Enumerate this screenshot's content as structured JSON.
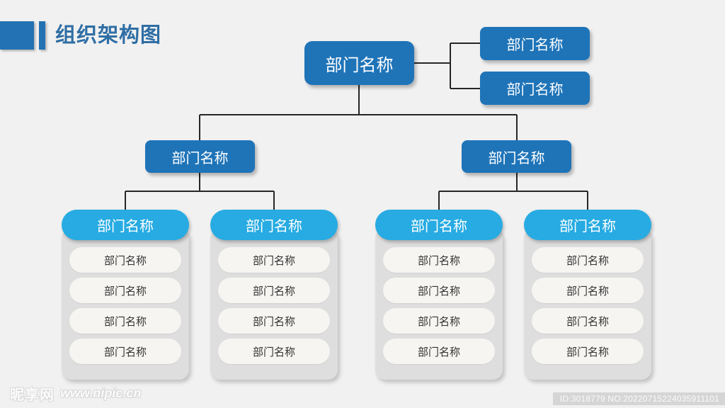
{
  "page": {
    "title": "组织架构图",
    "background_color": "#f1f1f1",
    "accent_blue": "#1f74b8",
    "accent_cyan": "#27abe2",
    "title_color": "#2f6ea4",
    "line_color": "#262626"
  },
  "header": {
    "title": "组织架构图",
    "block_icon": "blue-square-block",
    "tick_icon": "blue-bar-tick"
  },
  "chart": {
    "root": {
      "label": "部门名称"
    },
    "side_nodes": [
      {
        "label": "部门名称"
      },
      {
        "label": "部门名称"
      }
    ],
    "mid_nodes": [
      {
        "label": "部门名称"
      },
      {
        "label": "部门名称"
      }
    ],
    "groups": [
      {
        "head": "部门名称",
        "items": [
          "部门名称",
          "部门名称",
          "部门名称",
          "部门名称"
        ]
      },
      {
        "head": "部门名称",
        "items": [
          "部门名称",
          "部门名称",
          "部门名称",
          "部门名称"
        ]
      },
      {
        "head": "部门名称",
        "items": [
          "部门名称",
          "部门名称",
          "部门名称",
          "部门名称"
        ]
      },
      {
        "head": "部门名称",
        "items": [
          "部门名称",
          "部门名称",
          "部门名称",
          "部门名称"
        ]
      }
    ]
  },
  "watermark": {
    "logo": "昵享网",
    "url": "www.nipic.cn"
  },
  "footer": {
    "id_text": "ID:3018779 NO:20220715224035911101"
  }
}
